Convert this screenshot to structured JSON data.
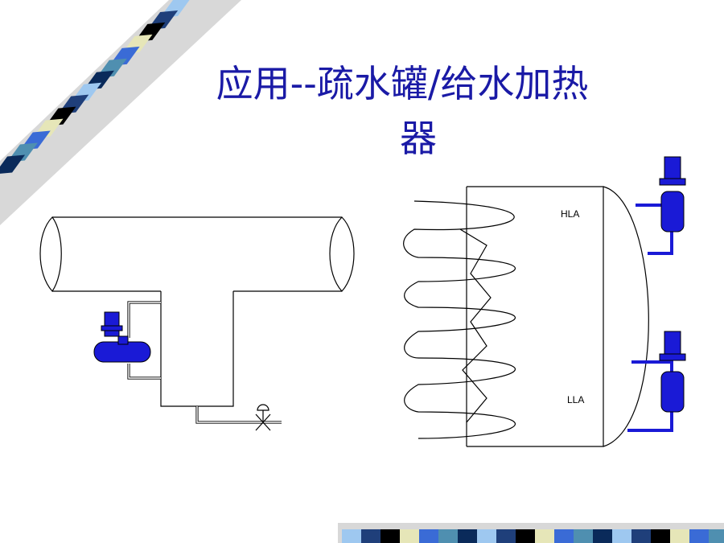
{
  "slide": {
    "title_line1": "应用--疏水罐/给水加热",
    "title_line2": "器"
  },
  "diagram": {
    "level_high_label": "HLA",
    "level_low_label": "LLA"
  },
  "colors": {
    "title": "#1a1aa6",
    "device_blue": "#1a1ad6",
    "stripe_palette": [
      "#9ec8f0",
      "#1f3f7a",
      "#000000",
      "#e6e6b8",
      "#3a6bd6",
      "#4f8fb0",
      "#0a2a5a"
    ]
  }
}
